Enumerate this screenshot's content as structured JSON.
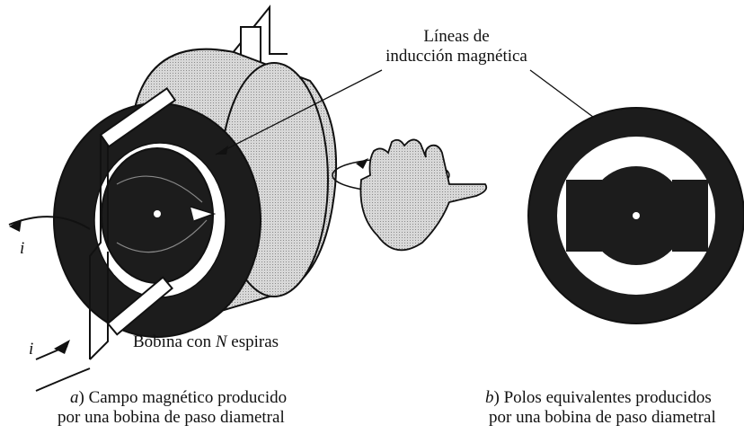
{
  "labels": {
    "lines_line1": "Líneas de",
    "lines_line2": "inducción magnética",
    "coil_prefix": "Bobina con ",
    "coil_var": "N",
    "coil_suffix": " espiras",
    "current_top": "i",
    "current_bottom": "i"
  },
  "captions": {
    "a_letter": "a",
    "a_line1": ") Campo magnético producido",
    "a_line2": "por una bobina de paso diametral",
    "b_letter": "b",
    "b_line1": ") Polos equivalentes producidos",
    "b_line2": "por una bobina de paso diametral"
  },
  "colors": {
    "ink": "#111111",
    "shade_light": "#cfcfcf",
    "shade_mid": "#9a9a9a",
    "shade_dark": "#1c1c1c"
  }
}
